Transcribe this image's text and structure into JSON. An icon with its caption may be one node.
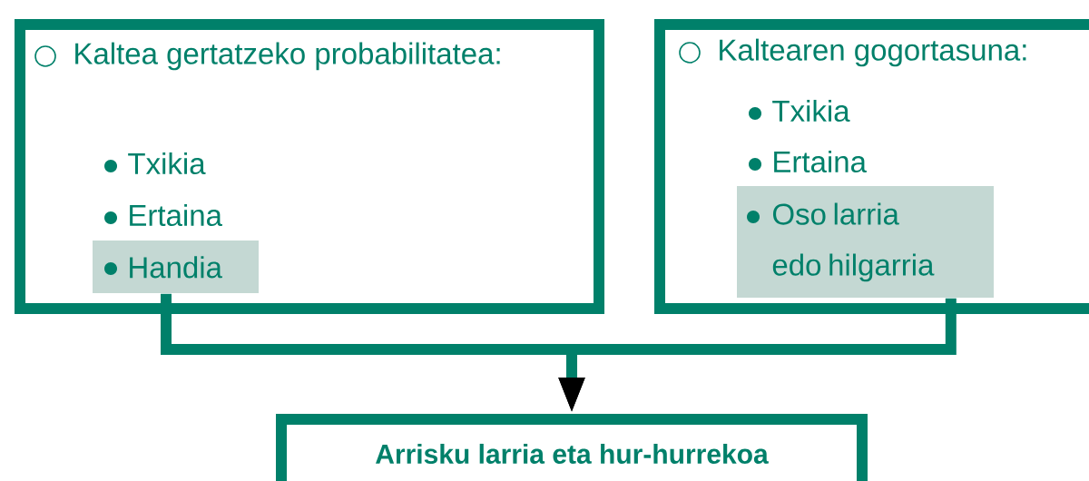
{
  "diagram": {
    "nodes": [
      {
        "text": [
          "Kaltea gertatzeko probabilitatea:",
          "Txikia",
          "Ertaina"
        ]
      },
      {
        "text": [
          "Handia"
        ],
        "in": 0
      },
      {
        "text": [
          "Kaltearen gogortasuna:",
          "Txikia",
          "Ertaina"
        ]
      },
      {
        "text": [
          "Oso larria edo hilgarria"
        ],
        "in": 2
      },
      {
        "text": [
          "Arrisku larria eta hur-hurrekoa"
        ]
      }
    ],
    "edges": [
      {
        "from": 1,
        "to": 4,
        "arrow": "to"
      },
      {
        "from": 3,
        "to": 4,
        "arrow": "to"
      }
    ]
  }
}
